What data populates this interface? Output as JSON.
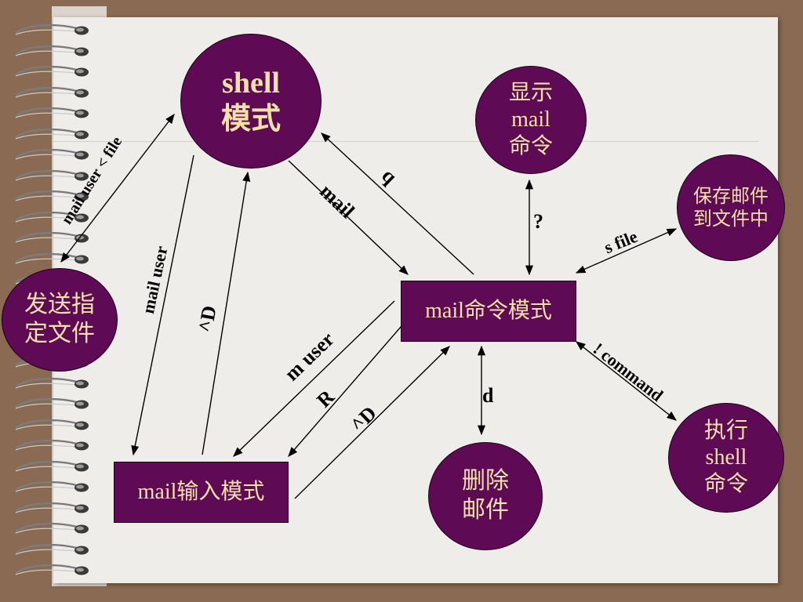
{
  "nodes": {
    "shell_mode": "shell\n模式",
    "show_mail_cmd": "显示\nmail\n命令",
    "save_mail": "保存邮件\n到文件中",
    "send_file": "发送指\n定文件",
    "mail_cmd_mode": "mail命令模式",
    "mail_input_mode": "mail输入模式",
    "delete_mail": "删除\n邮件",
    "exec_shell": "执行\nshell\n命令"
  },
  "edges": {
    "mail_user_file": "mail user < file",
    "mail_user": "mail  user",
    "ctrl_d_1": "^D",
    "mail": "mail",
    "q": "q",
    "question": "?",
    "s_file": "s  file",
    "m_user": "m user",
    "R": "R",
    "ctrl_d_2": "^D",
    "d": "d",
    "command": "! command"
  },
  "colors": {
    "node_fill": "#5f0a55",
    "node_text": "#f3e2a8",
    "background": "#8a6a52",
    "paper": "#efedea"
  }
}
